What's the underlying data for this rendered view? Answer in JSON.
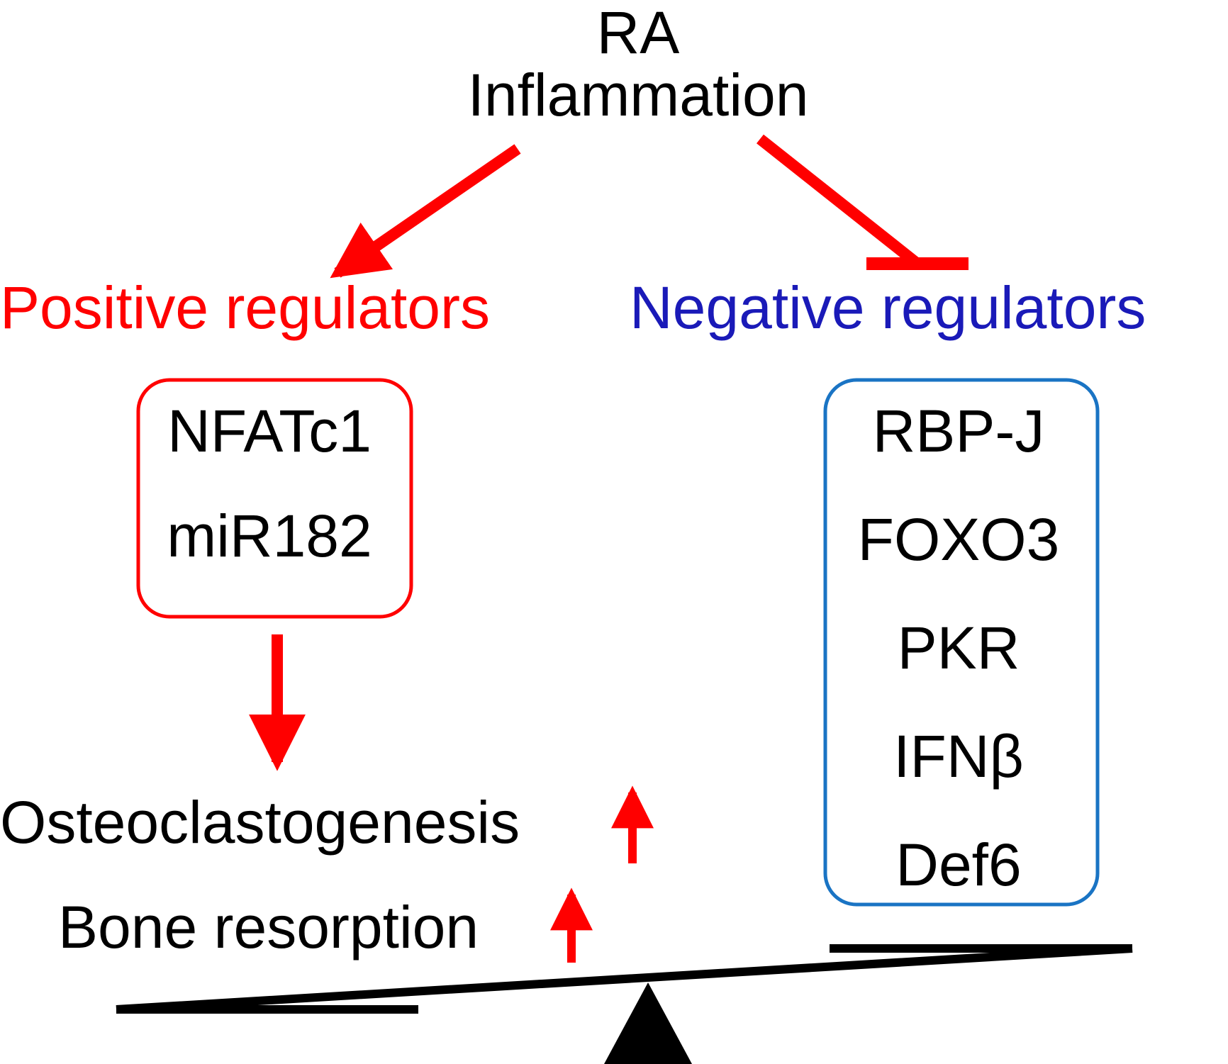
{
  "title": {
    "line1": "RA",
    "line2": "Inflammation"
  },
  "positive": {
    "heading": "Positive regulators",
    "items": [
      "NFATc1",
      "miR182"
    ]
  },
  "negative": {
    "heading": "Negative regulators",
    "items": [
      "RBP-J",
      "FOXO3",
      "PKR",
      "IFNβ",
      "Def6"
    ]
  },
  "effects": [
    {
      "label": "Osteoclastogenesis",
      "trend": "up"
    },
    {
      "label": "Bone resorption",
      "trend": "up"
    }
  ],
  "colors": {
    "positive": "#ff0000",
    "negative": "#1a1ab8",
    "negative_box": "#1a74c4",
    "text": "#000000",
    "balance": "#000000"
  }
}
